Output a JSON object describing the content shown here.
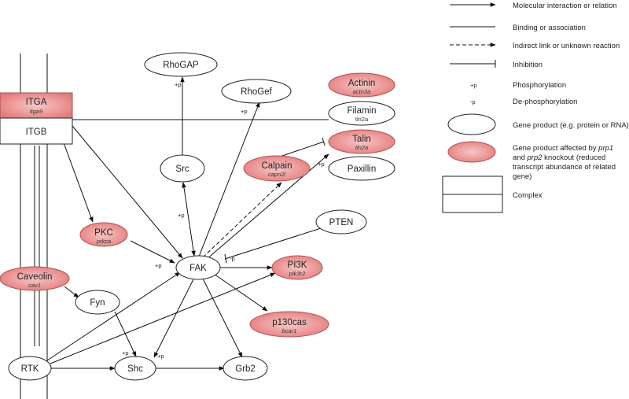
{
  "colors": {
    "affected_center": "#f2b1b1",
    "affected_edge": "#e06a6a",
    "line": "#111111"
  },
  "nodes": {
    "itga": "ITGA",
    "itga_gene": "itga9",
    "itgb": "ITGB",
    "caveolin": "Caveolin",
    "caveolin_gene": "cav1",
    "fyn": "Fyn",
    "rtk": "RTK",
    "shc": "Shc",
    "grb2": "Grb2",
    "pkc": "PKC",
    "pkc_gene": "prkca",
    "fak": "FAK",
    "src": "Src",
    "rhogap": "RhoGAP",
    "rhogef": "RhoGef",
    "actinin": "Actinin",
    "actinin_gene": "actn3a",
    "filamin": "Filamin",
    "filamin_gene": "tln2a",
    "talin": "Talin",
    "talin_gene": "tln2a",
    "calpain": "Calpain",
    "calpain_gene": "capn2l",
    "paxillin": "Paxillin",
    "pten": "PTEN",
    "pi3k": "PI3K",
    "pi3k_gene": "pik3r2",
    "p130cas": "p130cas",
    "p130cas_gene": "bcar1"
  },
  "modifiers": {
    "rhogap_p": "+p",
    "rhogef_p": "+p",
    "src_p": "+p",
    "paxillin_p": "+p",
    "pten_minus": "-p",
    "fak_in_p": "+p",
    "shc_left_p": "+p",
    "shc_right_p": "+p"
  },
  "legend": {
    "interaction": "Molecular interaction or relation",
    "binding": "Binding or association",
    "indirect": "Indirect link or unknown reaction",
    "inhibition": "Inhibition",
    "phos_symbol": "+p",
    "phos": "Phosphorylation",
    "dephos_symbol": "-p",
    "dephos": "De-phosphorylation",
    "gene_product": "Gene product (e.g. protein or RNA)",
    "affected_line1_a": "Gene product affected by ",
    "affected_line1_b": "prp1",
    "affected_line2_a": "and ",
    "affected_line2_b": "prp2",
    "affected_line2_c": " knockout (reduced",
    "affected_line3": "transcript abundance of related",
    "affected_line4": "gene)",
    "complex": "Complex"
  }
}
